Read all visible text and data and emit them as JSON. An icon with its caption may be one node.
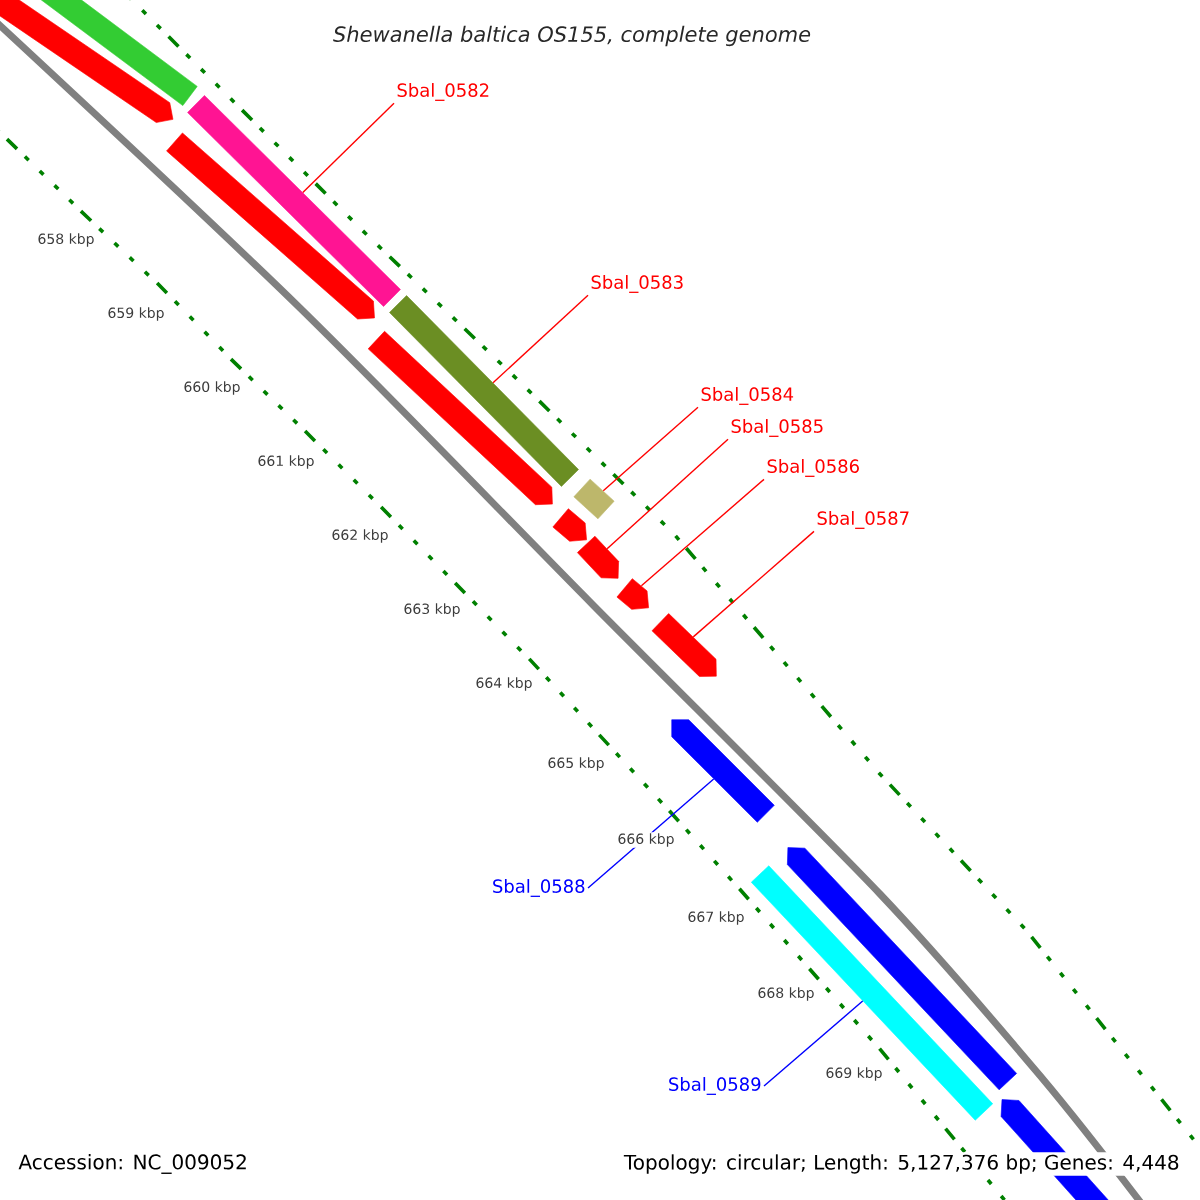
{
  "diagram": {
    "title": "Shewanella baltica OS155, complete genome",
    "nodes": [
      {
        "text": [],
        "shape": "bar"
      },
      {
        "text": [],
        "shape": "arrow"
      },
      {
        "text": [
          "Sbal_0582"
        ]
      },
      {
        "text": [],
        "shape": "bar"
      },
      {
        "text": [],
        "shape": "arrow"
      },
      {
        "text": [
          "Sbal_0583"
        ]
      },
      {
        "text": [],
        "shape": "bar"
      },
      {
        "text": [],
        "shape": "arrow"
      },
      {
        "text": [
          "Sbal_0584"
        ]
      },
      {
        "text": [
          "Sbal_0585"
        ]
      },
      {
        "text": [
          "Sbal_0586"
        ]
      },
      {
        "text": [],
        "shape": "bar"
      },
      {
        "text": [
          "Sbal_0587"
        ]
      },
      {
        "text": [],
        "shape": "arrow"
      },
      {
        "text": [],
        "shape": "arrow"
      },
      {
        "text": [],
        "shape": "arrow"
      },
      {
        "text": [],
        "shape": "arrow"
      },
      {
        "text": [],
        "shape": "arrow"
      },
      {
        "text": [
          "Sbal_0588"
        ]
      },
      {
        "text": [],
        "shape": "arrow"
      },
      {
        "text": [],
        "shape": "bar"
      },
      {
        "text": [
          "Sbal_0589"
        ]
      },
      {
        "text": [],
        "shape": "arrow"
      }
    ],
    "edges": [
      {
        "from": 2,
        "to": 3,
        "arrow": "none"
      },
      {
        "from": 5,
        "to": 6,
        "arrow": "none"
      },
      {
        "from": 8,
        "to": 11,
        "arrow": "none"
      },
      {
        "from": 9,
        "to": 14,
        "arrow": "none"
      },
      {
        "from": 10,
        "to": 15,
        "arrow": "none"
      },
      {
        "from": 12,
        "to": 16,
        "arrow": "none"
      },
      {
        "from": 18,
        "to": 17,
        "arrow": "none",
        "color": "#0000ff"
      },
      {
        "from": 21,
        "to": 20,
        "arrow": "none",
        "color": "#0000ff"
      }
    ],
    "labels": [
      "658 kbp",
      "659 kbp",
      "660 kbp",
      "661 kbp",
      "662 kbp",
      "663 kbp",
      "664 kbp",
      "665 kbp",
      "666 kbp",
      "667 kbp",
      "668 kbp",
      "669 kbp",
      "Accession: NC_009052",
      "Topology: circular; Length: 5,127,376 bp; Genes: 4,448"
    ]
  }
}
